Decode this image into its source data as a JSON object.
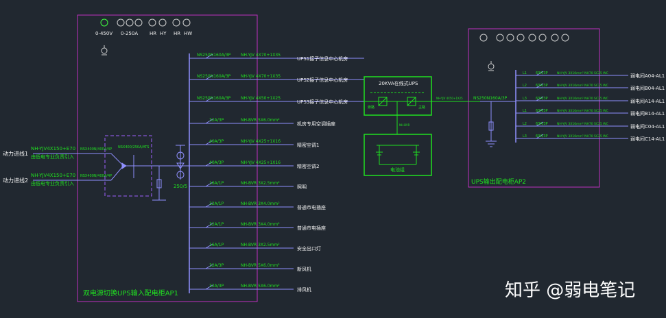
{
  "panel_ap1": {
    "title": "双电源切换UPS输入配电柜AP1",
    "meter_labels": [
      "0-450V",
      "0-250A",
      "HR",
      "HY",
      "HR",
      "HW"
    ],
    "incoming": [
      {
        "name": "动力进线1",
        "cable": "NH-YJV4X150+E70",
        "source": "由低电专业负责引入",
        "breaker": "NSX400N/400A/4P"
      },
      {
        "name": "动力进线2",
        "cable": "NH-YJV4X150+E70",
        "source": "由低电专业负责引入",
        "breaker": "NSX400N/400A/4P"
      }
    ],
    "ats_label": "NSX400/250A/ATS",
    "ct_label": "250/5",
    "outgoing": [
      {
        "breaker": "NS250N160A/3P",
        "cable": "NH-YJV 4X70+1X35",
        "load": "UPS1接子信息中心机房"
      },
      {
        "breaker": "NS250N160A/3P",
        "cable": "NH-YJV 4X70+1X35",
        "load": "UPS2接子信息中心机房"
      },
      {
        "breaker": "NS250N160A/3P",
        "cable": "NH-YJV 4X50+1X25",
        "load": "UPS3接子信息中心机房"
      },
      {
        "breaker": "32A/3P",
        "cable": "NH-BVR 5X6.0mm²",
        "load": "机房专用空调插座"
      },
      {
        "breaker": "40A/3P",
        "cable": "NH-YJV 4X25+1X16",
        "load": "精密空调1"
      },
      {
        "breaker": "40A/3P",
        "cable": "NH-YJV 4X25+1X16",
        "load": "精密空调2"
      },
      {
        "breaker": "16A/1P",
        "cable": "NH-BVR 3X2.5mm²",
        "load": "照明"
      },
      {
        "breaker": "32A/1P",
        "cable": "NH-BVR 3X4.0mm²",
        "load": "普通市电插座"
      },
      {
        "breaker": "32A/1P",
        "cable": "NH-BVR 3X4.0mm²",
        "load": "普通市电插座"
      },
      {
        "breaker": "16A/1P",
        "cable": "NH-BVR 3X2.5mm²",
        "load": "安全出口灯"
      },
      {
        "breaker": "32A/3P",
        "cable": "NH-BVR 5X6.0mm²",
        "load": "新风机"
      },
      {
        "breaker": "32A/3P",
        "cable": "NH-BVR 5X6.0mm²",
        "load": "排风机"
      }
    ]
  },
  "ups": {
    "title": "20KVA在线式UPS",
    "bypass_label": "旁路",
    "main_label": "主路",
    "battery_link": "NH-BVR",
    "battery_label": "电池组",
    "output_cable": "NH-YJV 4X50+1X25"
  },
  "panel_ap2": {
    "title": "UPS输出配电柜AP2",
    "incoming_breaker": "NS250N160A/3P",
    "outgoing": [
      {
        "phase": "L1",
        "breaker": "63A/3P",
        "cable": "NH-YJV 3X10mm² NH70 SC25 WC",
        "load": "弱电间A04-AL1"
      },
      {
        "phase": "L2",
        "breaker": "63A/3P",
        "cable": "NH-YJV 3X10mm² NH70 SC25 WC",
        "load": "弱电间B04-AL1"
      },
      {
        "phase": "L3",
        "breaker": "63A/3P",
        "cable": "NH-YJV 3X10mm² NH70 SC25 WC",
        "load": "弱电间A14-AL1"
      },
      {
        "phase": "L1",
        "breaker": "63A/3P",
        "cable": "NH-YJV 3X10mm² NH70 SC25 WC",
        "load": "弱电间B14-AL1"
      },
      {
        "phase": "L2",
        "breaker": "63A/3P",
        "cable": "NH-YJV 3X10mm² NH70 SC25 WC",
        "load": "弱电间C04-AL1"
      },
      {
        "phase": "L3",
        "breaker": "63A/3P",
        "cable": "NH-YJV 3X10mm² NH70 SC25 WC",
        "load": "弱电间C14-AL1"
      }
    ]
  },
  "watermark": "知乎 @弱电笔记",
  "colors": {
    "background": "#212830",
    "text_green": "#21e021",
    "text_white": "#f2f2f2",
    "bus_purple": "#9090ff",
    "box_magenta": "#c030c0",
    "ups_green": "#20e020"
  }
}
